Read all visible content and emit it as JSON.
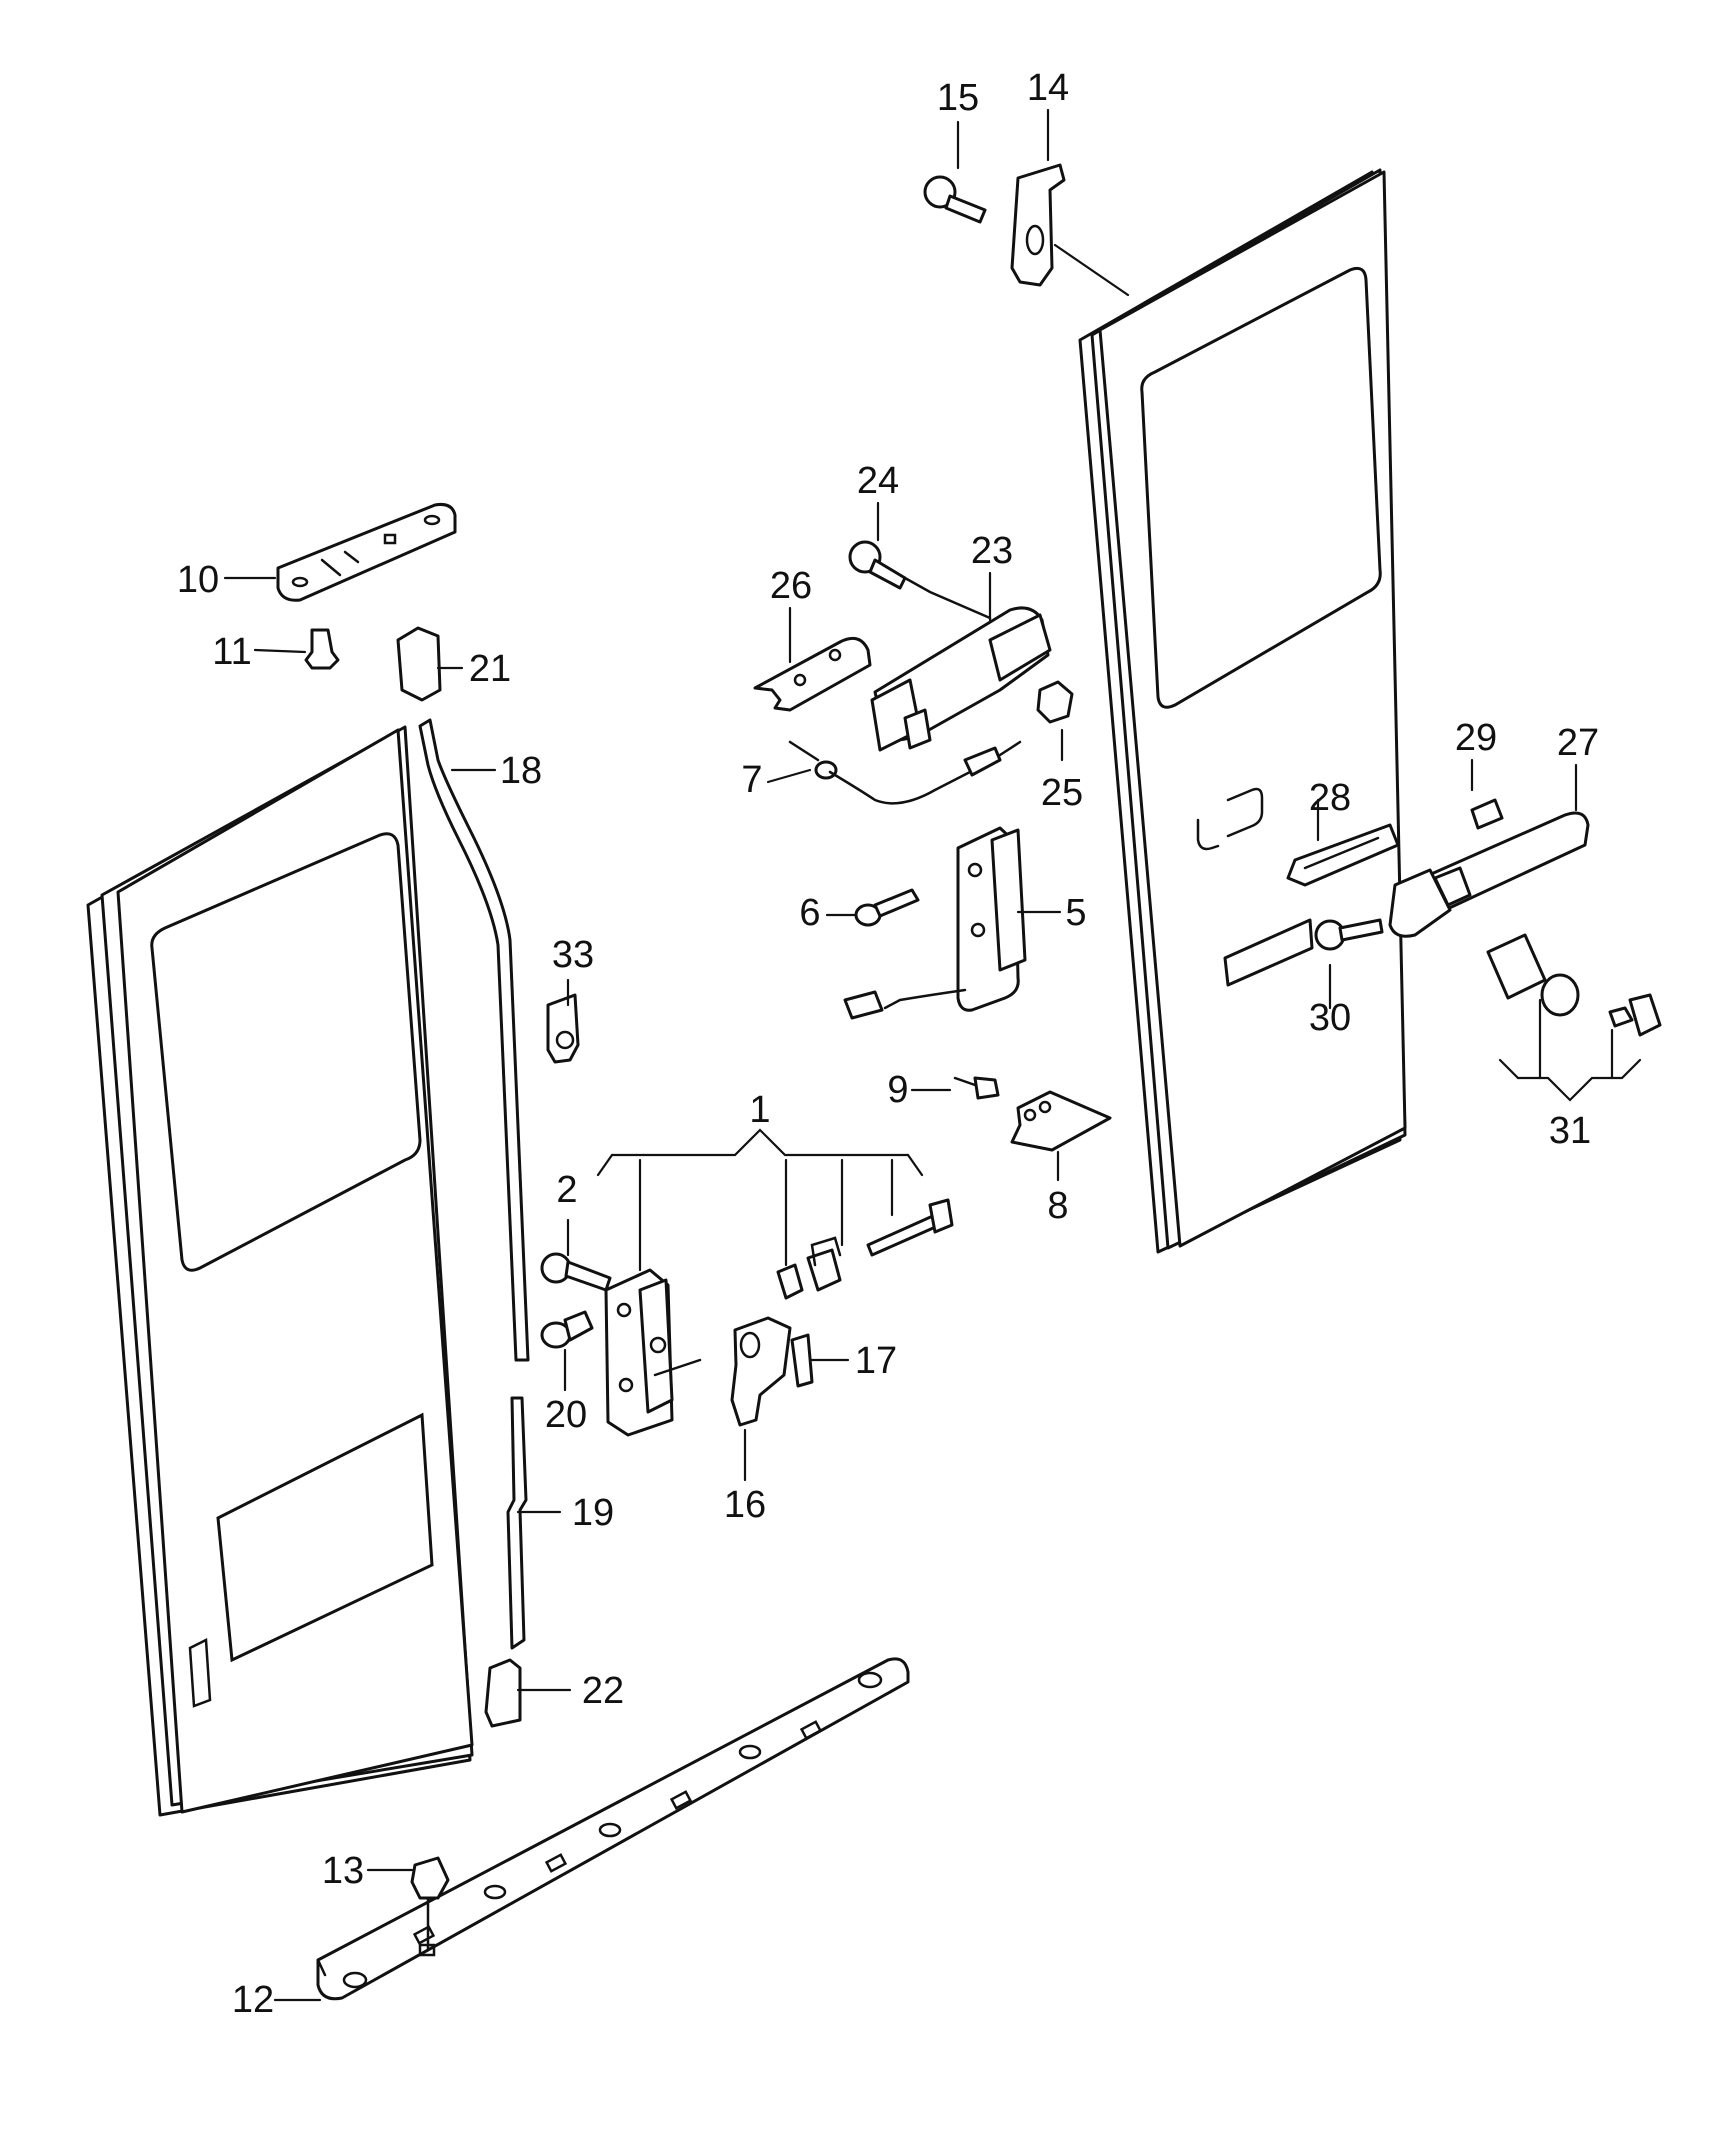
{
  "diagram": {
    "callouts": [
      {
        "id": "1",
        "label": "1"
      },
      {
        "id": "2",
        "label": "2"
      },
      {
        "id": "5",
        "label": "5"
      },
      {
        "id": "6",
        "label": "6"
      },
      {
        "id": "7",
        "label": "7"
      },
      {
        "id": "8",
        "label": "8"
      },
      {
        "id": "9",
        "label": "9"
      },
      {
        "id": "10",
        "label": "10"
      },
      {
        "id": "11",
        "label": "11"
      },
      {
        "id": "12",
        "label": "12"
      },
      {
        "id": "13",
        "label": "13"
      },
      {
        "id": "14",
        "label": "14"
      },
      {
        "id": "15",
        "label": "15"
      },
      {
        "id": "16",
        "label": "16"
      },
      {
        "id": "17",
        "label": "17"
      },
      {
        "id": "18",
        "label": "18"
      },
      {
        "id": "19",
        "label": "19"
      },
      {
        "id": "20",
        "label": "20"
      },
      {
        "id": "21",
        "label": "21"
      },
      {
        "id": "22",
        "label": "22"
      },
      {
        "id": "23",
        "label": "23"
      },
      {
        "id": "24",
        "label": "24"
      },
      {
        "id": "25",
        "label": "25"
      },
      {
        "id": "26",
        "label": "26"
      },
      {
        "id": "27",
        "label": "27"
      },
      {
        "id": "28",
        "label": "28"
      },
      {
        "id": "29",
        "label": "29"
      },
      {
        "id": "30",
        "label": "30"
      },
      {
        "id": "31",
        "label": "31"
      },
      {
        "id": "33",
        "label": "33"
      }
    ]
  }
}
